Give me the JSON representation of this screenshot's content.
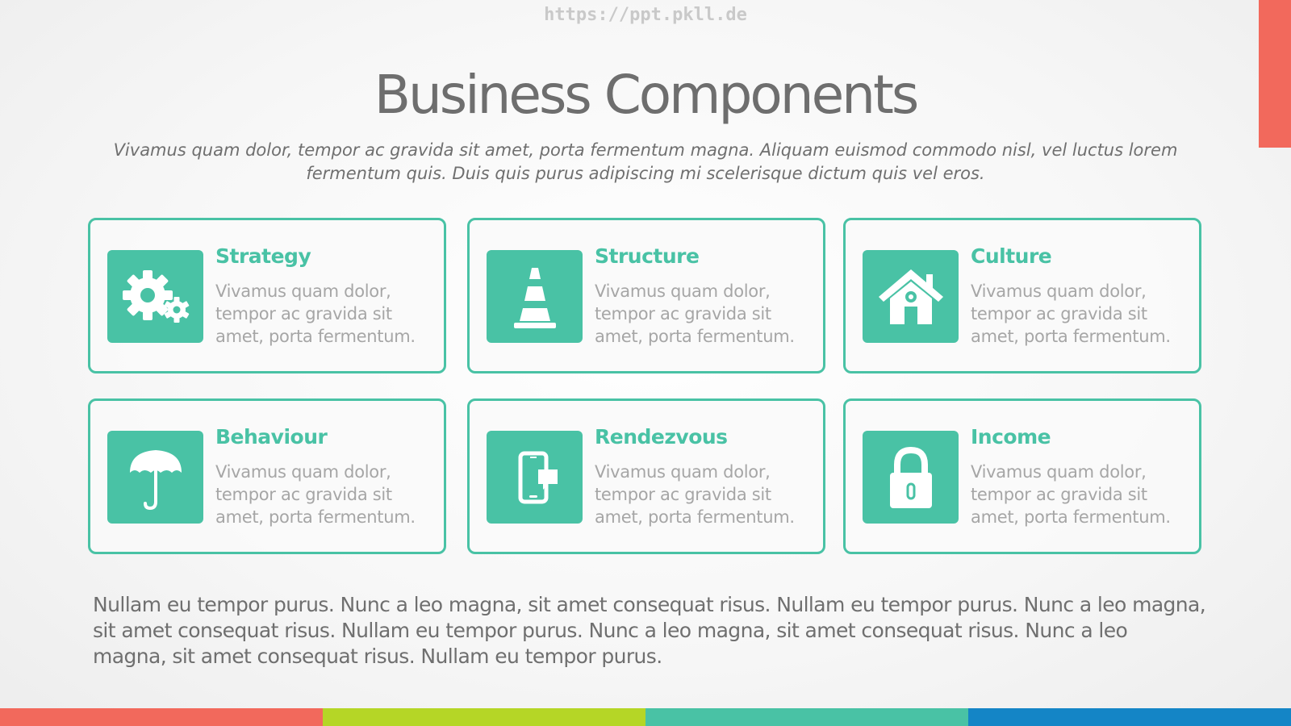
{
  "watermark": "https://ppt.pkll.de",
  "title": "Business Components",
  "subtitle": "Vivamus quam dolor, tempor ac gravida sit amet, porta fermentum magna. Aliquam euismod commodo nisl, vel luctus lorem fermentum quis. Duis quis purus adipiscing mi scelerisque dictum quis vel eros.",
  "colors": {
    "accent": "#49c2a5",
    "corner": "#f2695c",
    "bar": [
      "#f2695c",
      "#b5d626",
      "#49c2a5",
      "#1485c6"
    ]
  },
  "cards": [
    {
      "title": "Strategy",
      "text": "Vivamus quam dolor, tempor ac gravida sit amet, porta fermentum.",
      "icon": "gears-icon"
    },
    {
      "title": "Structure",
      "text": "Vivamus quam dolor, tempor ac gravida sit amet, porta fermentum.",
      "icon": "traffic-cone-icon"
    },
    {
      "title": "Culture",
      "text": "Vivamus quam dolor, tempor ac gravida sit amet, porta fermentum.",
      "icon": "house-icon"
    },
    {
      "title": "Behaviour",
      "text": "Vivamus quam dolor, tempor ac gravida sit amet, porta fermentum.",
      "icon": "umbrella-icon"
    },
    {
      "title": "Rendezvous",
      "text": "Vivamus quam dolor, tempor ac gravida sit amet, porta fermentum.",
      "icon": "phone-chat-icon"
    },
    {
      "title": "Income",
      "text": "Vivamus quam dolor, tempor ac gravida sit amet, porta fermentum.",
      "icon": "padlock-icon"
    }
  ],
  "bottom_text": "Nullam eu tempor purus. Nunc a leo magna, sit amet consequat risus. Nullam eu tempor purus. Nunc a leo magna, sit amet consequat risus. Nullam eu tempor purus. Nunc a leo magna, sit amet consequat risus. Nunc a leo magna, sit amet consequat risus. Nullam eu tempor purus."
}
